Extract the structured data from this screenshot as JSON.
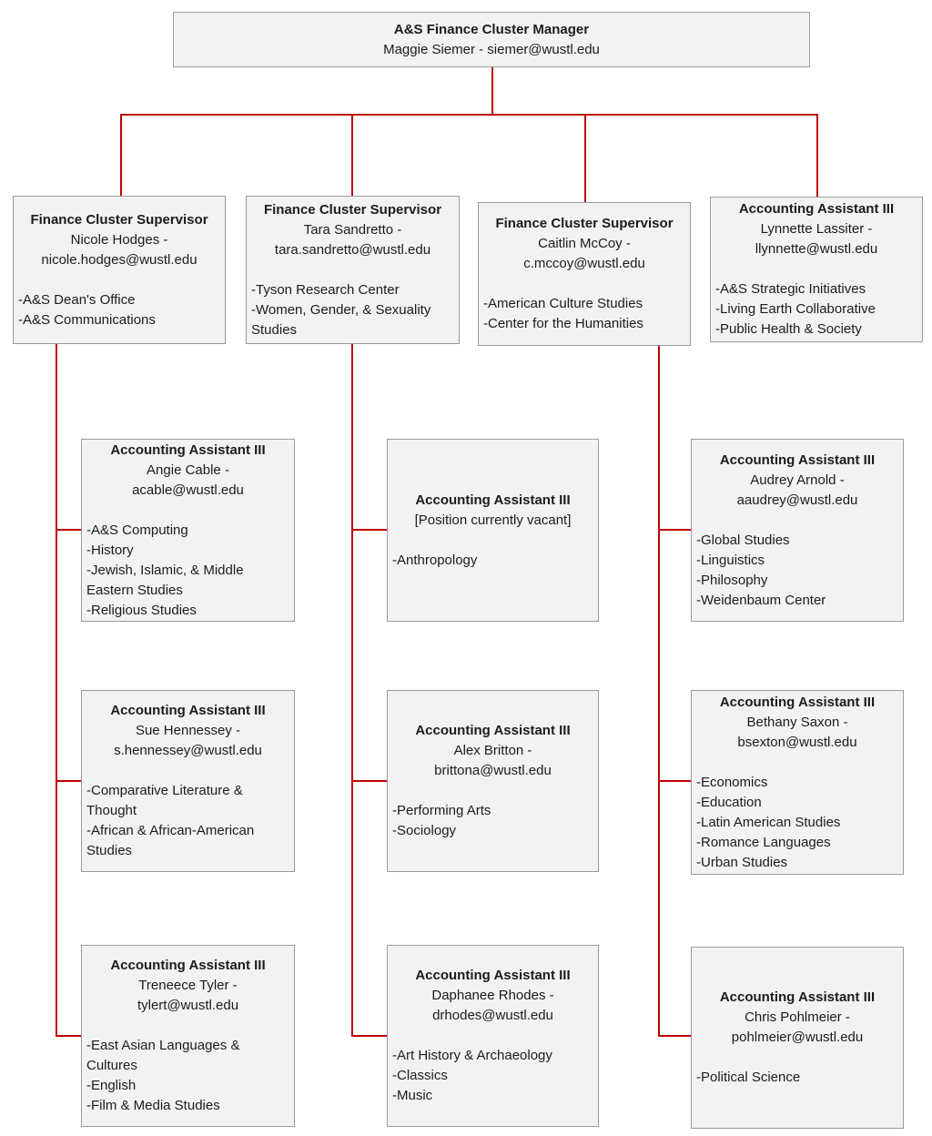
{
  "colors": {
    "connector": "#c00000",
    "box_bg": "#f2f2f2",
    "box_border": "#9b9b9b",
    "text": "#1c1c1c"
  },
  "root": {
    "title": "A&S Finance Cluster Manager",
    "person": "Maggie Siemer - siemer@wustl.edu"
  },
  "boxes": [
    {
      "title": "Finance Cluster Supervisor",
      "name": "Nicole Hodges -",
      "email": "nicole.hodges@wustl.edu",
      "units": [
        "-A&S Dean's Office",
        "-A&S Communications"
      ]
    },
    {
      "title": "Finance Cluster Supervisor",
      "name": "Tara Sandretto -",
      "email": "tara.sandretto@wustl.edu",
      "units": [
        "-Tyson Research Center",
        "-Women, Gender, & Sexuality Studies"
      ]
    },
    {
      "title": "Finance Cluster Supervisor",
      "name": "Caitlin McCoy -",
      "email": "c.mccoy@wustl.edu",
      "units": [
        "-American Culture Studies",
        "-Center for the Humanities"
      ]
    },
    {
      "title": "Accounting Assistant III",
      "name": "Lynnette Lassiter -",
      "email": "llynnette@wustl.edu",
      "units": [
        "-A&S Strategic Initiatives",
        "-Living Earth Collaborative",
        "-Public Health & Society"
      ]
    },
    {
      "title": "Accounting Assistant III",
      "name": "Angie Cable -",
      "email": "acable@wustl.edu",
      "units": [
        "-A&S Computing",
        "-History",
        "-Jewish, Islamic, & Middle Eastern Studies",
        "-Religious Studies"
      ]
    },
    {
      "title": "Accounting Assistant III",
      "name": "[Position currently vacant]",
      "units": [
        "-Anthropology"
      ]
    },
    {
      "title": "Accounting Assistant III",
      "name": "Audrey Arnold -",
      "email": "aaudrey@wustl.edu",
      "units": [
        "-Global Studies",
        "-Linguistics",
        "-Philosophy",
        "-Weidenbaum Center"
      ]
    },
    {
      "title": "Accounting Assistant III",
      "name": "Sue Hennessey -",
      "email": "s.hennessey@wustl.edu",
      "units": [
        "-Comparative Literature & Thought",
        "-African & African-American Studies"
      ]
    },
    {
      "title": "Accounting Assistant III",
      "name": "Alex Britton -",
      "email": "brittona@wustl.edu",
      "units": [
        "-Performing Arts",
        "-Sociology"
      ]
    },
    {
      "title": "Accounting Assistant III",
      "name": "Bethany Saxon -",
      "email": "bsexton@wustl.edu",
      "units": [
        "-Economics",
        "-Education",
        "-Latin American Studies",
        "-Romance Languages",
        "-Urban Studies"
      ]
    },
    {
      "title": "Accounting Assistant III",
      "name": "Treneece Tyler -",
      "email": "tylert@wustl.edu",
      "units": [
        "-East Asian Languages & Cultures",
        "-English",
        "-Film & Media Studies"
      ]
    },
    {
      "title": "Accounting Assistant III",
      "name": "Daphanee Rhodes -",
      "email": "drhodes@wustl.edu",
      "units": [
        "-Art History & Archaeology",
        "-Classics",
        "-Music"
      ]
    },
    {
      "title": "Accounting Assistant III",
      "name": "Chris Pohlmeier -",
      "email": "pohlmeier@wustl.edu",
      "units": [
        "-Political Science"
      ]
    }
  ]
}
